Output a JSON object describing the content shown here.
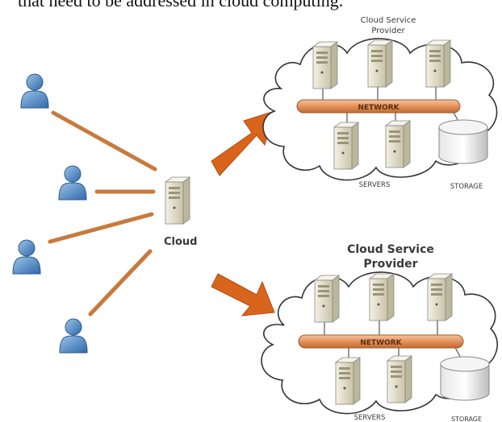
{
  "caption": "that need to be addressed in cloud computing.",
  "center": {
    "label": "Cloud"
  },
  "providers": [
    {
      "title_line1": "Cloud Service",
      "title_line2": "Provider",
      "network_label": "NETWORK",
      "servers_label": "SERVERS",
      "storage_label": "STORAGE"
    },
    {
      "title_line1": "Cloud Service",
      "title_line2": "Provider",
      "network_label": "NETWORK",
      "servers_label": "SERVERS",
      "storage_label": "STORAGE"
    }
  ],
  "colors": {
    "user": "#4a7fb8",
    "link": "#c87a3c",
    "arrow": "#d9641c",
    "network": "#e8a070",
    "cloud_outline": "#333333",
    "server": "#e8e4d0"
  }
}
